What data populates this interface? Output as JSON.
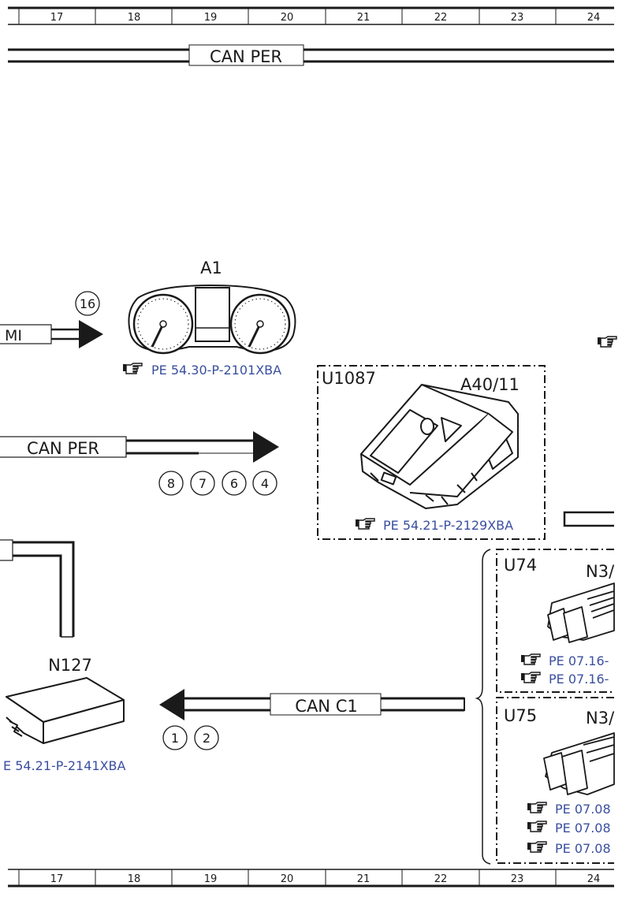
{
  "grid": {
    "columns": [
      "17",
      "18",
      "19",
      "20",
      "21",
      "22",
      "23",
      "24"
    ]
  },
  "buses": {
    "top": "CAN PER",
    "middle": "CAN PER",
    "bottom": "CAN C1",
    "hmi_fragment": "MI"
  },
  "components": {
    "a1": {
      "label": "A1",
      "ref": "PE 54.30-P-2101XBA",
      "pin": "16"
    },
    "u1087": {
      "label": "U1087",
      "sub_label": "A40/11",
      "ref": "PE 54.21-P-2129XBA"
    },
    "can_per_pins": [
      "8",
      "7",
      "6",
      "4"
    ],
    "n127": {
      "label": "N127",
      "ref": "E 54.21-P-2141XBA"
    },
    "can_c1_pins": [
      "1",
      "2"
    ],
    "u74": {
      "label": "U74",
      "sub_label": "N3/",
      "refs": [
        "PE 07.16-",
        "PE 07.16-"
      ]
    },
    "u75": {
      "label": "U75",
      "sub_label": "N3/",
      "refs": [
        "PE 07.08",
        "PE 07.08",
        "PE 07.08"
      ]
    }
  },
  "icons": {
    "reference": "pointing-hand-icon"
  }
}
